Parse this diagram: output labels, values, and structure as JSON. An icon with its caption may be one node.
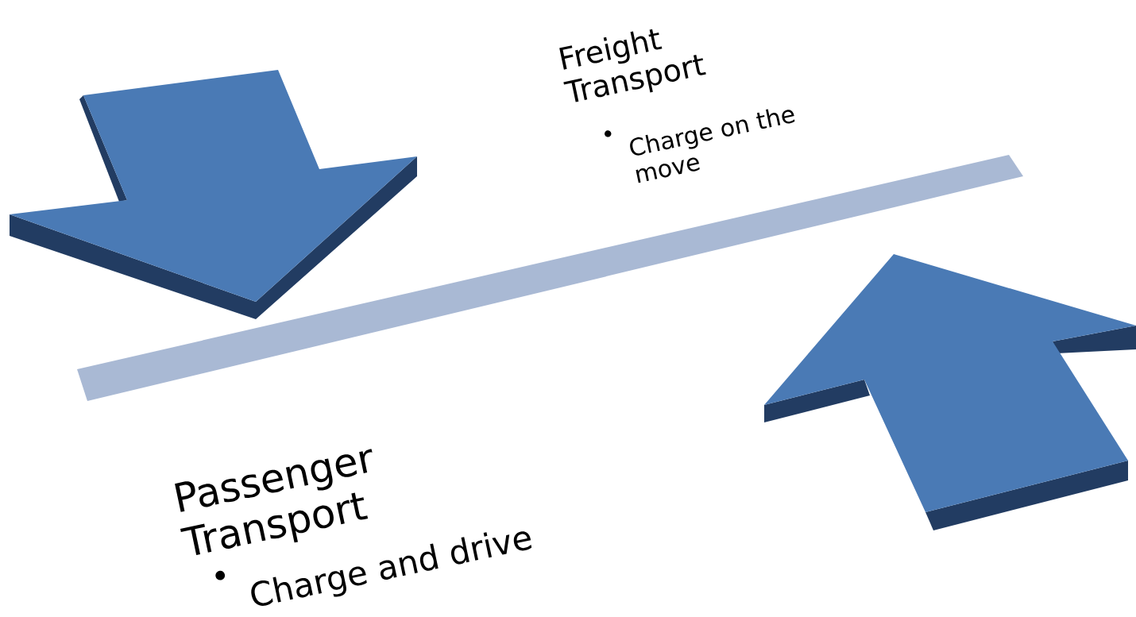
{
  "diagram": {
    "labels": [
      "Freight Transport",
      "Charge on the move",
      "Passenger Transport",
      "Charge and drive"
    ]
  }
}
